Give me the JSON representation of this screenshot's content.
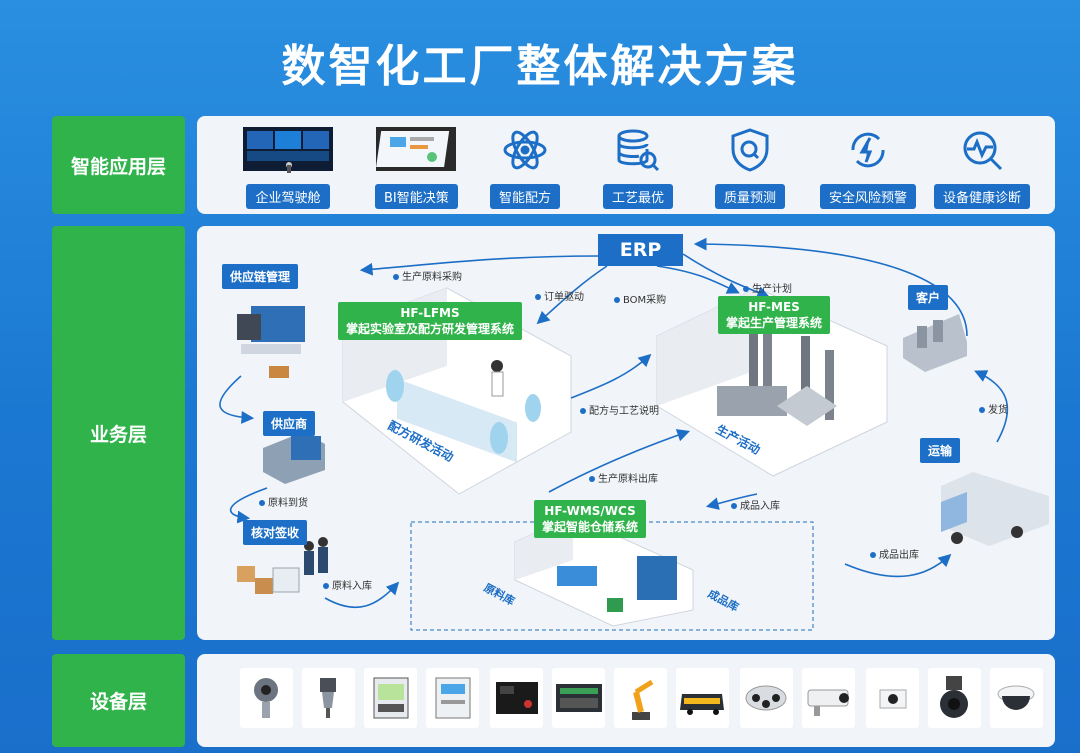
{
  "title": "数智化工厂整体解决方案",
  "layers": {
    "app": "智能应用层",
    "business": "业务层",
    "device": "设备层"
  },
  "apps": [
    {
      "label": "企业驾驶舱",
      "icon": "dashboard-screen-icon"
    },
    {
      "label": "BI智能决策",
      "icon": "bi-tablet-icon"
    },
    {
      "label": "智能配方",
      "icon": "atom-icon"
    },
    {
      "label": "工艺最优",
      "icon": "database-search-icon"
    },
    {
      "label": "质量预测",
      "icon": "shield-search-icon"
    },
    {
      "label": "安全风险预警",
      "icon": "lightning-cycle-icon"
    },
    {
      "label": "设备健康诊断",
      "icon": "health-search-icon"
    }
  ],
  "business": {
    "erp": "ERP",
    "supply_chain": "供应链管理",
    "supplier": "供应商",
    "receiving": "核对签收",
    "customer": "客户",
    "transport": "运输",
    "lfms": {
      "line1": "HF-LFMS",
      "line2": "掌起实验室及配方研发管理系统"
    },
    "mes": {
      "line1": "HF-MES",
      "line2": "掌起生产管理系统"
    },
    "wms": {
      "line1": "HF-WMS/WCS",
      "line2": "掌起智能仓储系统"
    },
    "lab_floor": "配方研发活动",
    "prod_floor": "生产活动",
    "raw_store": "原料库",
    "product_store": "成品库",
    "flows": {
      "raw_purchase": "生产原料采购",
      "order_drive": "订单驱动",
      "bom_purchase": "BOM采购",
      "prod_plan": "生产计划",
      "recipe_note": "配方与工艺说明",
      "raw_out": "生产原料出库",
      "product_in": "成品入库",
      "product_out": "成品出库",
      "deliver": "发货",
      "raw_arrive": "原料到货",
      "raw_in": "原料入库"
    }
  },
  "colors": {
    "accent_blue": "#1c6ec6",
    "accent_green": "#2fb34a",
    "bg_blue": "#2286db"
  },
  "device_icons": [
    "speed-camera-icon",
    "level-sensor-icon",
    "power-meter-icon",
    "controller-box-icon",
    "black-control-box-icon",
    "plc-module-icon",
    "robot-arm-icon",
    "agv-cart-icon",
    "panoramic-camera-icon",
    "bullet-camera-icon",
    "dome-camera-icon",
    "ptz-camera-icon",
    "dome-camera-white-icon"
  ]
}
